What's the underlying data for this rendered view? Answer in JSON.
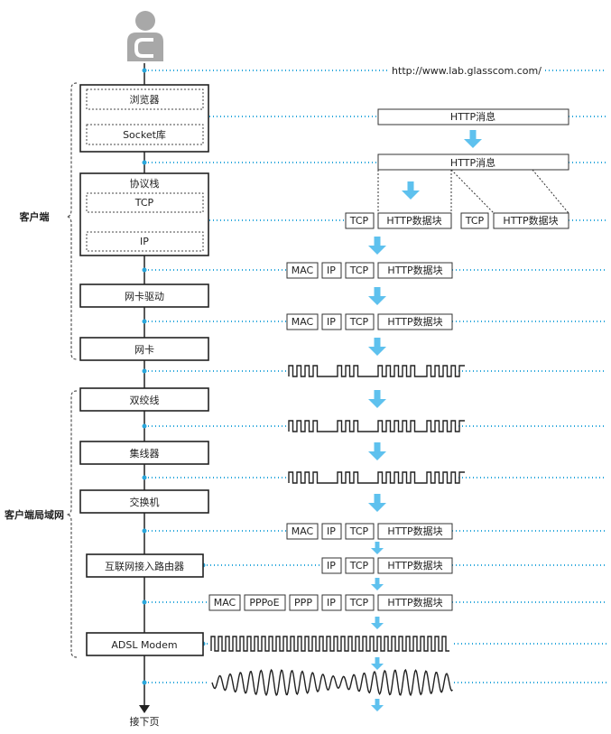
{
  "url": "http://www.lab.glasscom.com/",
  "groups": {
    "client": "客户端",
    "client_lan": "客户端局域网"
  },
  "client_stack": {
    "browser": "浏览器",
    "socket": "Socket库",
    "protocol_stack": "协议栈",
    "tcp": "TCP",
    "ip": "IP",
    "nic_driver": "网卡驱动",
    "nic": "网卡"
  },
  "devices": {
    "twisted_pair": "双绞线",
    "hub": "集线器",
    "switch": "交换机",
    "router": "互联网接入路由器",
    "modem": "ADSL Modem"
  },
  "next_page": "接下页",
  "packets": {
    "http_msg": "HTTP消息",
    "tcp": "TCP",
    "ip": "IP",
    "mac": "MAC",
    "pppoe": "PPPoE",
    "ppp": "PPP",
    "http_block": "HTTP数据块"
  },
  "colors": {
    "accent": "#2aa7dc",
    "arrow": "#5ec1ee",
    "line": "#222222"
  },
  "icons": {
    "user": "user-icon"
  }
}
